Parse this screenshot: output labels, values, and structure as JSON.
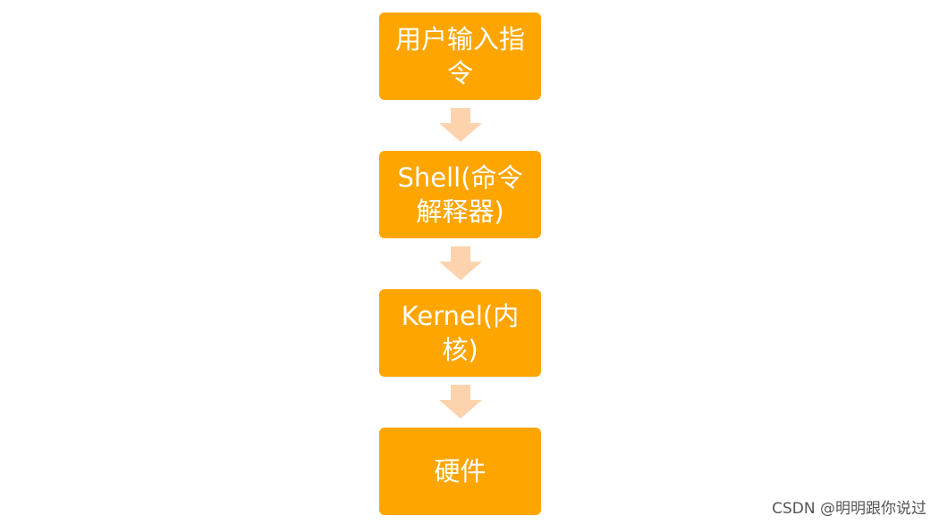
{
  "diagram": {
    "nodes": [
      {
        "label": "用户输入指令"
      },
      {
        "label": "Shell(命令解释器)"
      },
      {
        "label": "Kernel(内核)"
      },
      {
        "label": "硬件"
      }
    ],
    "colors": {
      "box_fill": "#FFA500",
      "box_text": "#FFFFFF",
      "arrow_fill": "#FDD3AE"
    }
  },
  "watermark": {
    "text": "CSDN @明明跟你说过"
  }
}
